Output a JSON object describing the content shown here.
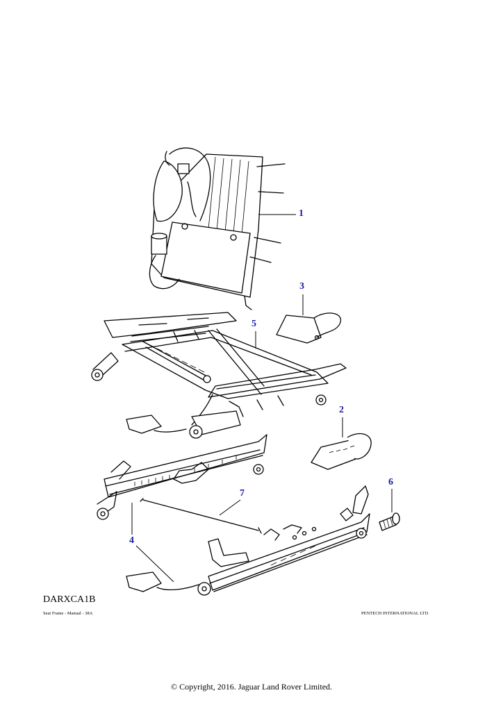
{
  "diagram": {
    "callouts": [
      {
        "id": "c1",
        "label": "1"
      },
      {
        "id": "c2",
        "label": "2"
      },
      {
        "id": "c3",
        "label": "3"
      },
      {
        "id": "c4",
        "label": "4"
      },
      {
        "id": "c5",
        "label": "5"
      },
      {
        "id": "c6",
        "label": "6"
      },
      {
        "id": "c7",
        "label": "7"
      }
    ],
    "callout_color": "#1a1aa6",
    "line_color": "#000000"
  },
  "footer": {
    "diagram_code": "DARXCA1B",
    "caption": "Seat Frame - Manual - 38A",
    "producer": "PENTECH INTERNATIONAL LTD",
    "copyright": "© Copyright, 2016. Jaguar Land Rover Limited."
  }
}
